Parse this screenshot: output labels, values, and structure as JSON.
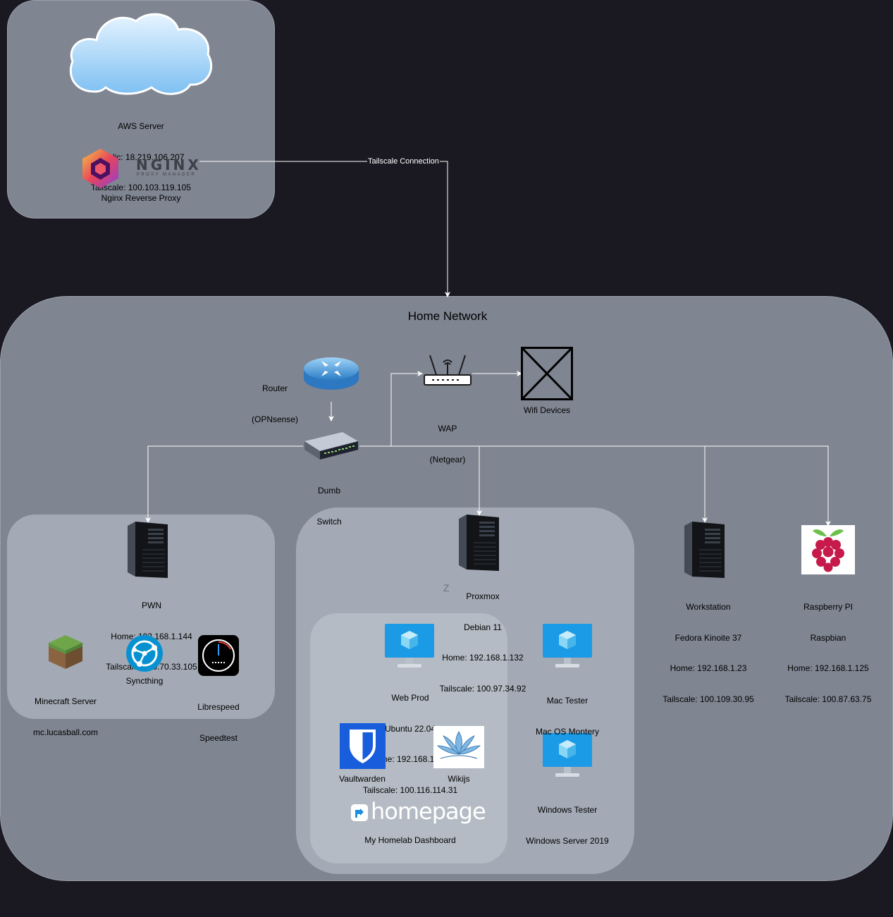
{
  "aws": {
    "name": "AWS Server",
    "public": "Public: 18.219.106.207",
    "tailscale": "Tailscale: 100.103.119.105",
    "nginx_logo": "NGINX",
    "nginx_sub": "PROXY MANAGER",
    "nginx_label": "Nginx Reverse Proxy"
  },
  "connection_label": "Tailscale Connection",
  "home_title": "Home Network",
  "router": {
    "line1": "Router",
    "line2": "(OPNsense)"
  },
  "wap": {
    "line1": "WAP",
    "line2": "(Netgear)"
  },
  "wifi": {
    "label": "Wifi Devices"
  },
  "switch": {
    "line1": "Dumb",
    "line2": "Switch"
  },
  "pwn": {
    "name": "PWN",
    "home": "Home: 192.168.1.144",
    "tailscale": "Tailscale: 100.70.33.105",
    "apps": {
      "minecraft": {
        "line1": "Minecraft Server",
        "line2": "mc.lucasball.com"
      },
      "syncthing": {
        "line1": "Syncthing"
      },
      "librespeed": {
        "line1": "Librespeed",
        "line2": "Speedtest"
      }
    }
  },
  "proxmox": {
    "name": "Proxmox",
    "os": "Debian 11",
    "home": "Home: 192.168.1.132",
    "tailscale": "Tailscale: 100.97.34.92",
    "stray": "Z"
  },
  "webprod": {
    "name": "Web Prod",
    "os": "Ubuntu 22.04",
    "home": "Home: 192.168.1.157",
    "tailscale": "Tailscale: 100.116.114.31",
    "vaultwarden": "Vaultwarden",
    "wikijs": "Wikijs",
    "homepage_logo": "homepage",
    "homepage_label": "My Homelab Dashboard"
  },
  "mactester": {
    "name": "Mac Tester",
    "os": "Mac OS Montery"
  },
  "wintester": {
    "name": "Windows Tester",
    "os": "Windows Server 2019"
  },
  "workstation": {
    "name": "Workstation",
    "os": "Fedora Kinoite 37",
    "home": "Home: 192.168.1.23",
    "tailscale": "Tailscale: 100.109.30.95"
  },
  "raspberry": {
    "name": "Raspberry PI",
    "os": "Raspbian",
    "home": "Home: 192.168.1.125",
    "tailscale": "Tailscale: 100.87.63.75"
  },
  "colors": {
    "background": "#1a1820",
    "outer_box": "#7f8591",
    "inner_box": "#a3aab5",
    "innermost_box": "#b4bbc4",
    "line": "#ffffff"
  }
}
